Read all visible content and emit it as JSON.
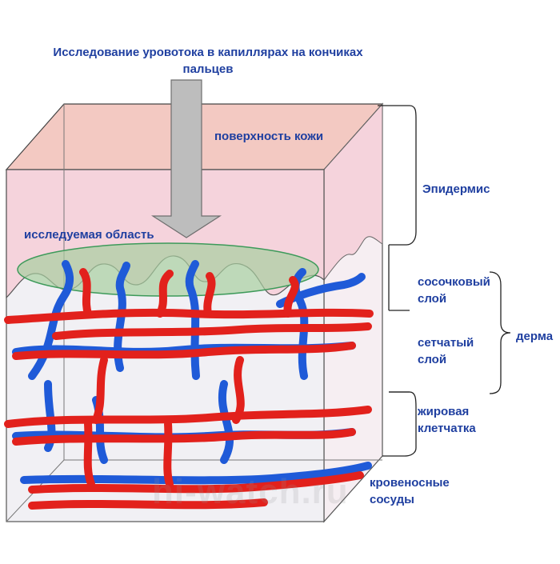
{
  "title": "Исследование  уровотока в капиллярах на кончиках пальцев",
  "labels": {
    "skin_surface": "поверхность кожи",
    "study_area": "исследуемая область",
    "epidermis": "Эпидермис",
    "papillary_1": "сосочковый",
    "papillary_2": "слой",
    "reticular_1": "сетчатый",
    "reticular_2": "слой",
    "dermis": "дерма",
    "fat_1": "жировая",
    "fat_2": "клетчатка",
    "vessels_1": "кровеносные",
    "vessels_2": "сосуды"
  },
  "watermark": "hi-watch.ru",
  "colors": {
    "label": "#1f3fa0",
    "epidermis": "#f5d3dc",
    "top_face": "#f3c9c2",
    "study_ellipse": "#a8cfa0",
    "artery": "#e2211c",
    "vein": "#1f5ad8",
    "arrow": "#bdbdbd"
  }
}
